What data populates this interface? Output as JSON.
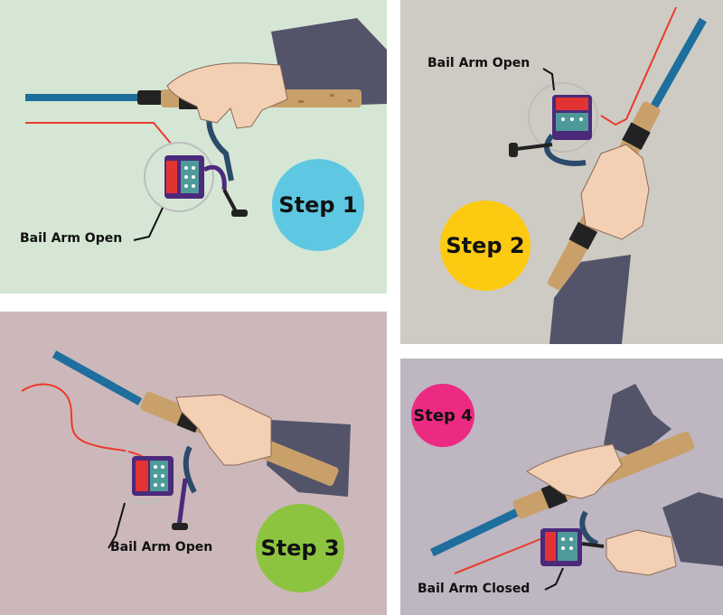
{
  "colors": {
    "panel1": "#d5e6d5",
    "panel2": "#cdcbc3",
    "panel3": "#ccb8ba",
    "panel4": "#beb6c1",
    "step1": "#5ec8e2",
    "step2": "#fdca12",
    "step3": "#8cc43f",
    "step4": "#ec2a82",
    "rod": "#1e6e9e",
    "cork": "#c9a06a",
    "line": "#ea3b2c",
    "reel_body": "#4b2a7b",
    "reel_spool": "#e23333",
    "skin": "#f3cfb3",
    "sleeve": "#53546a"
  },
  "panels": [
    {
      "step_label": "Step 1",
      "callout": "Bail Arm Open"
    },
    {
      "step_label": "Step 2",
      "callout": "Bail Arm Open"
    },
    {
      "step_label": "Step 3",
      "callout": "Bail Arm Open"
    },
    {
      "step_label": "Step 4",
      "callout": "Bail Arm Closed"
    }
  ],
  "icons": [
    "fishing-rod-icon",
    "spinning-reel-icon",
    "hand-icon",
    "fishing-line-icon"
  ]
}
